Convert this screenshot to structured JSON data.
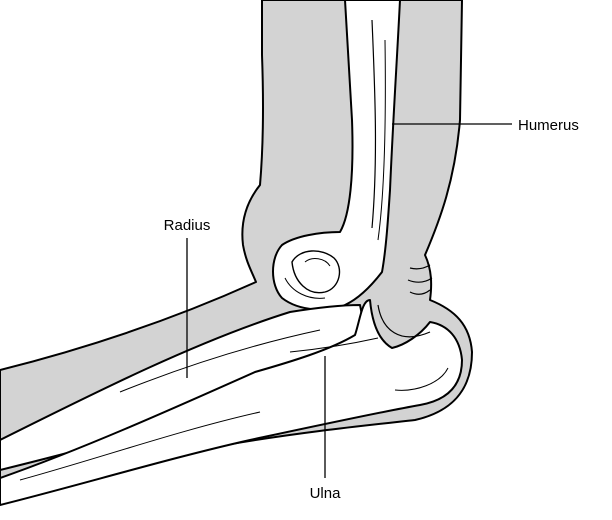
{
  "labels": {
    "humerus": "Humerus",
    "radius": "Radius",
    "ulna": "Ulna"
  },
  "colors": {
    "flesh": "#d3d3d3",
    "bone": "#ffffff",
    "outline": "#000000",
    "background": "#ffffff"
  }
}
